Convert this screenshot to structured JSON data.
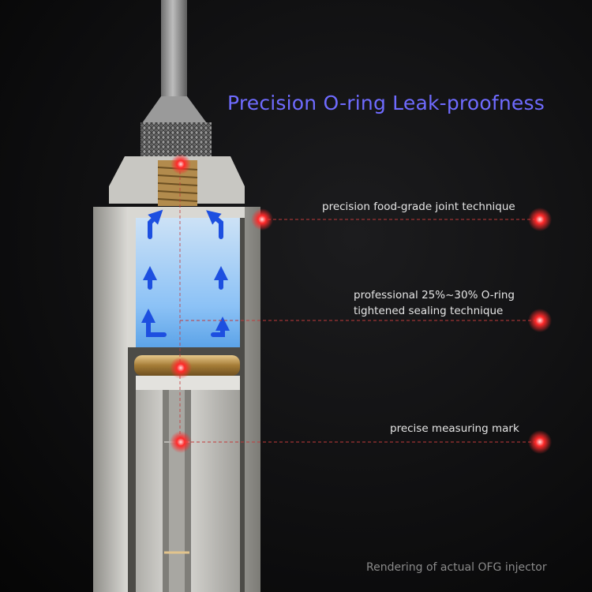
{
  "title": "Precision O-ring Leak-proofness",
  "callouts": [
    {
      "lines": [
        "precision food-grade joint technique"
      ]
    },
    {
      "lines": [
        "professional 25%~30% O-ring",
        "tightened sealing technique"
      ]
    },
    {
      "lines": [
        "precise measuring mark"
      ]
    }
  ],
  "footer": "Rendering of actual OFG injector",
  "colors": {
    "title": "#6f6bff",
    "marker": "#ff2a2a",
    "leader": "#c23a3a",
    "liquid": "#8fc8ff",
    "arrow": "#1d4fe0",
    "oring": "#b08a45",
    "body": "#d4d3ce"
  },
  "icons": [
    "red-marker-dot",
    "flow-arrow-icon"
  ]
}
